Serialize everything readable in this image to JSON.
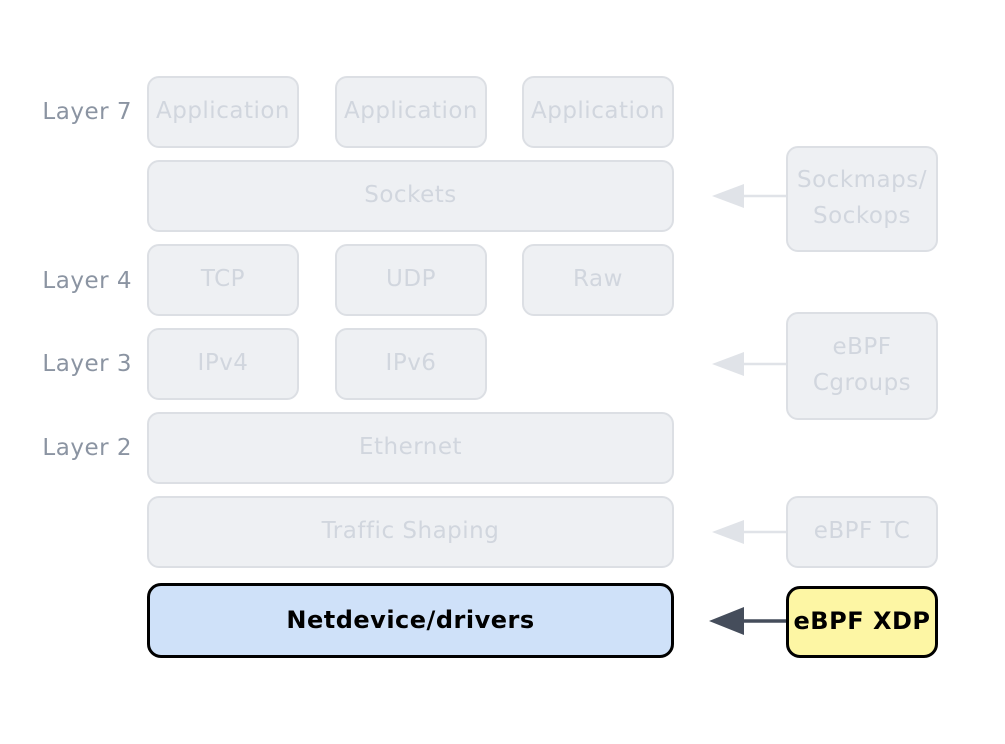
{
  "diagram": {
    "layer_labels": [
      {
        "text": "Layer 7"
      },
      {
        "text": "Layer 4"
      },
      {
        "text": "Layer 3"
      },
      {
        "text": "Layer 2"
      }
    ],
    "stack": {
      "application_boxes": [
        {
          "label": "Application"
        },
        {
          "label": "Application"
        },
        {
          "label": "Application"
        }
      ],
      "sockets": {
        "label": "Sockets"
      },
      "l4_boxes": [
        {
          "label": "TCP"
        },
        {
          "label": "UDP"
        },
        {
          "label": "Raw"
        }
      ],
      "l3_boxes": [
        {
          "label": "IPv4"
        },
        {
          "label": "IPv6"
        }
      ],
      "ethernet": {
        "label": "Ethernet"
      },
      "traffic_shaping": {
        "label": "Traffic Shaping"
      },
      "netdevice": {
        "label": "Netdevice/drivers"
      }
    },
    "ebpf_hooks": {
      "sockmaps": {
        "line1": "Sockmaps/",
        "line2": "Sockops"
      },
      "cgroups": {
        "line1": "eBPF",
        "line2": "Cgroups"
      },
      "tc": {
        "label": "eBPF TC"
      },
      "xdp": {
        "label": "eBPF XDP"
      }
    },
    "colors": {
      "muted_fill": "#eef0f3",
      "muted_border": "#dcdfe4",
      "muted_text": "#d1d6de",
      "label_text": "#8b94a2",
      "muted_arrow": "#e0e3e8",
      "active_arrow": "#454d5b",
      "netdevice_fill": "#cfe1f9",
      "xdp_fill": "#fdf6a4",
      "active_border": "#000000",
      "active_text": "#000000"
    }
  }
}
